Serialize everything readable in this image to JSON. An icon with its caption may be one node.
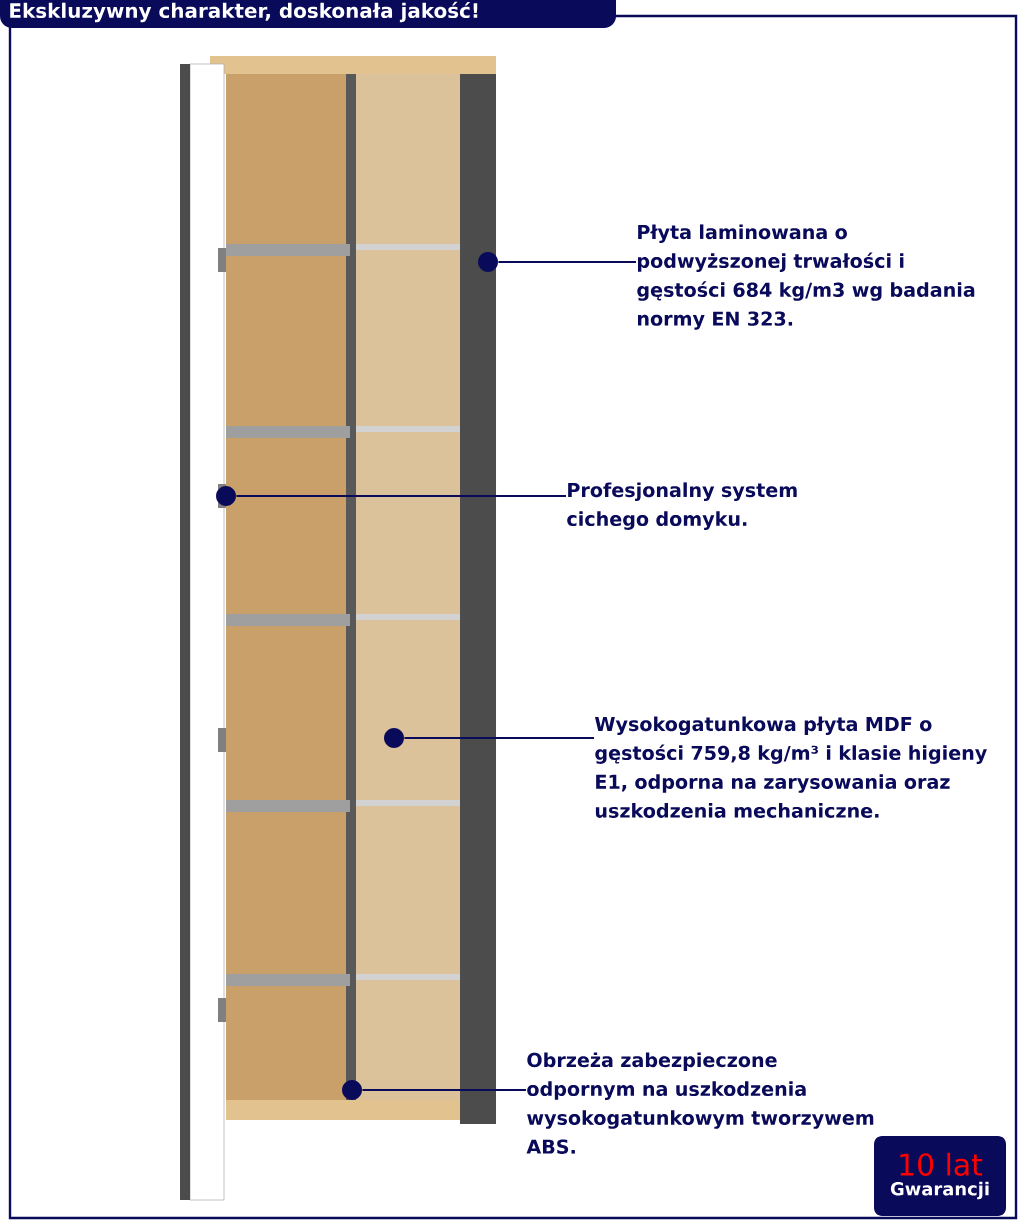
{
  "diagram": {
    "title": "Ekskluzywny charakter, doskonała jakość!",
    "nodes": [
      {
        "text": [
          "Płyta laminowana o podwyższonej trwałości i gęstości 684 kg/m3 wg badania normy EN 323."
        ]
      },
      {
        "text": [],
        "shape": "circle"
      },
      {
        "text": [
          "Profesjonalny system cichego domyku."
        ]
      },
      {
        "text": [],
        "shape": "circle"
      },
      {
        "text": [
          "Wysokogatunkowa płyta MDF o gęstości 759,8 kg/m³ i klasie higieny E1, odporna na zarysowania oraz uszkodzenia mechaniczne."
        ]
      },
      {
        "text": [],
        "shape": "circle"
      },
      {
        "text": [
          "Obrzeża zabezpieczone odpornym na uszkodzenia wysokogatunkowym tworzywem ABS."
        ]
      },
      {
        "text": [],
        "shape": "circle"
      },
      {
        "text": [
          "10 lat",
          "Gwarancji"
        ]
      }
    ],
    "edges": [
      {
        "from": 0,
        "to": 1,
        "arrow": "none"
      },
      {
        "from": 2,
        "to": 3,
        "arrow": "none"
      },
      {
        "from": 4,
        "to": 5,
        "arrow": "none"
      },
      {
        "from": 6,
        "to": 7,
        "arrow": "none"
      }
    ]
  }
}
